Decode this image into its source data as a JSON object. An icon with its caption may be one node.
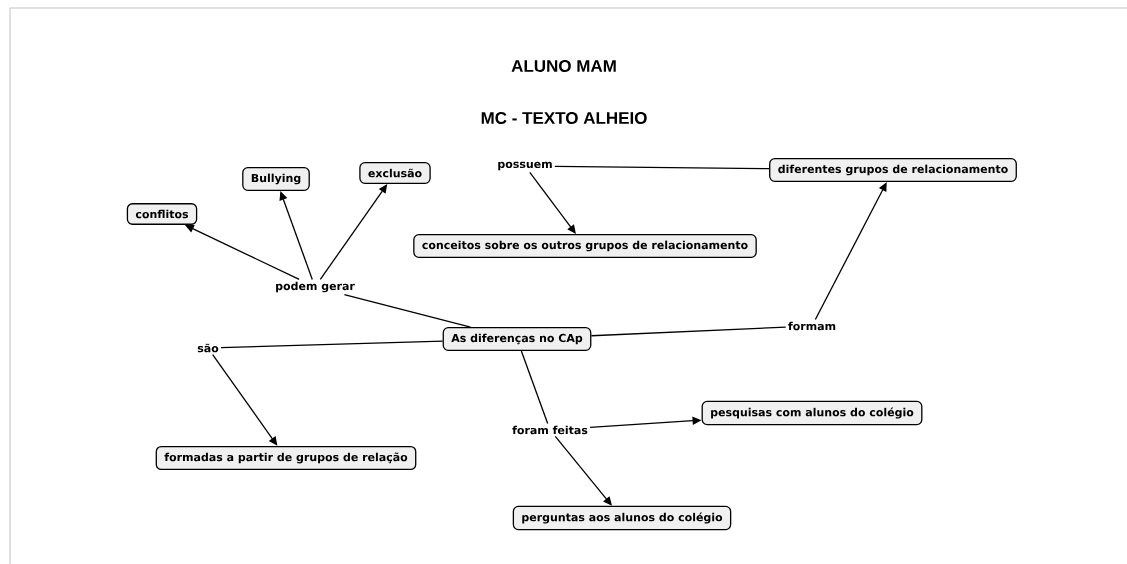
{
  "diagram": {
    "title": "ALUNO MAM",
    "nodes": [
      {
        "text": [
          "As diferenças no CAp"
        ]
      },
      {
        "text": [
          "podem gerar"
        ]
      },
      {
        "text": [
          "conflitos"
        ]
      },
      {
        "text": [
          "Bullying"
        ]
      },
      {
        "text": [
          "exclusão"
        ]
      },
      {
        "text": [
          "são"
        ]
      },
      {
        "text": [
          "formadas a partir de grupos de relação"
        ]
      },
      {
        "text": [
          "formam"
        ]
      },
      {
        "text": [
          "diferentes grupos de relacionamento"
        ]
      },
      {
        "text": [
          "possuem"
        ]
      },
      {
        "text": [
          "conceitos sobre os outros grupos de relacionamento"
        ]
      },
      {
        "text": [
          "foram feitas"
        ]
      },
      {
        "text": [
          "pesquisas com alunos do colégio"
        ]
      },
      {
        "text": [
          "perguntas aos alunos do colégio"
        ]
      }
    ],
    "edges": [
      {
        "from": 0,
        "to": 1,
        "arrow": "none"
      },
      {
        "from": 1,
        "to": 2,
        "arrow": "to"
      },
      {
        "from": 1,
        "to": 3,
        "arrow": "to"
      },
      {
        "from": 1,
        "to": 4,
        "arrow": "to"
      },
      {
        "from": 0,
        "to": 5,
        "arrow": "none"
      },
      {
        "from": 5,
        "to": 6,
        "arrow": "to"
      },
      {
        "from": 0,
        "to": 7,
        "arrow": "none"
      },
      {
        "from": 7,
        "to": 8,
        "arrow": "to"
      },
      {
        "from": 8,
        "to": 9,
        "arrow": "none"
      },
      {
        "from": 9,
        "to": 10,
        "arrow": "to"
      },
      {
        "from": 0,
        "to": 11,
        "arrow": "none"
      },
      {
        "from": 11,
        "to": 12,
        "arrow": "to"
      },
      {
        "from": 11,
        "to": 13,
        "arrow": "to"
      }
    ],
    "labels": [
      "MC - TEXTO ALHEIO"
    ]
  }
}
